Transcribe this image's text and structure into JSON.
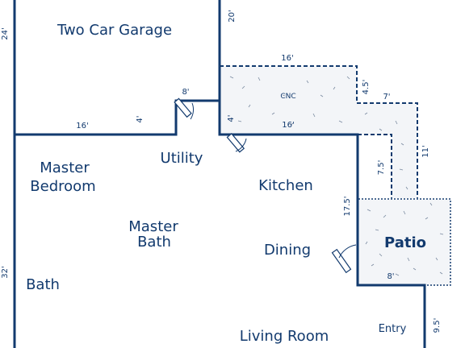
{
  "rooms": {
    "garage": "Two Car Garage",
    "master_bedroom_line1": "Master",
    "master_bedroom_line2": "Bedroom",
    "utility": "Utility",
    "master_bath_line1": "Master",
    "master_bath_line2": "Bath",
    "bath": "Bath",
    "kitchen": "Kitchen",
    "dining": "Dining",
    "living_room": "Living Room",
    "patio": "Patio",
    "entry": "Entry",
    "cnc": "CNC"
  },
  "dimensions": {
    "garage_depth": "24'",
    "garage_side": "20'",
    "garage_width": "16'",
    "utility_left": "4'",
    "utility_top": "8'",
    "utility_right": "4'",
    "cnc_top": "16'",
    "cnc_bottom": "16'",
    "cnc_step_vert": "4.5'",
    "cnc_step_horiz": "7'",
    "cnc_right": "11'",
    "patio_left_upper": "7.5'",
    "patio_left": "17.5'",
    "patio_bottom": "8'",
    "house_left": "32'",
    "entry_side": "9.5'"
  },
  "colors": {
    "line": "#123a6e",
    "background": "#ffffff"
  }
}
